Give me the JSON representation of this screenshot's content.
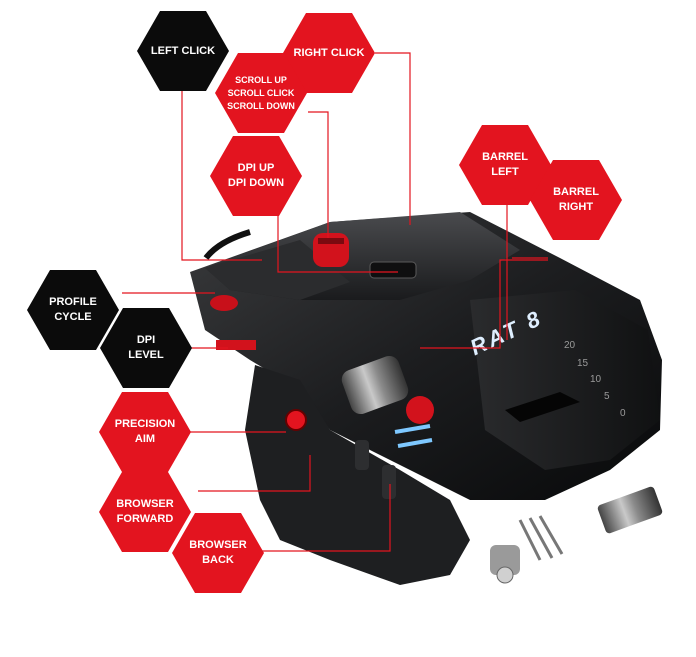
{
  "callouts": {
    "left_click": "LEFT CLICK",
    "right_click": "RIGHT CLICK",
    "scroll": "SCROLL UP\nSCROLL CLICK\nSCROLL DOWN",
    "dpi_updown": "DPI UP\nDPI DOWN",
    "barrel_left": "BARREL\nLEFT",
    "barrel_right": "BARREL\nRIGHT",
    "profile_cycle": "PROFILE\nCYCLE",
    "dpi_level": "DPI\nLEVEL",
    "precision_aim": "PRECISION\nAIM",
    "browser_forward": "BROWSER\nFORWARD",
    "browser_back": "BROWSER\nBACK"
  },
  "mouse": {
    "logo": "RAT 8",
    "dial_marks": [
      "20",
      "15",
      "10",
      "5",
      "0"
    ]
  },
  "colors": {
    "accent": "#e3141f",
    "dark": "#0b0b0b",
    "line": "#e3141f"
  }
}
